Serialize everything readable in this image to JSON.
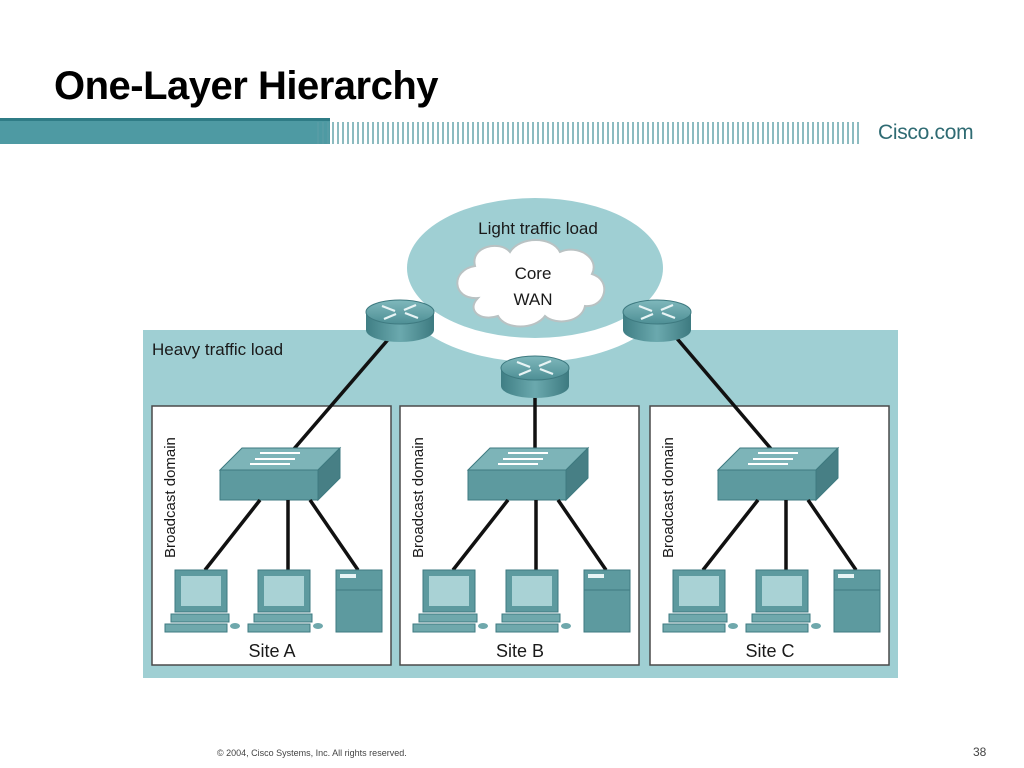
{
  "slide": {
    "title": "One-Layer Hierarchy",
    "logo_text": "Cisco.com",
    "footer": "© 2004, Cisco Systems, Inc. All rights reserved.",
    "page_number": "38"
  },
  "diagram": {
    "core_label": "Light traffic load",
    "cloud_line1": "Core",
    "cloud_line2": "WAN",
    "heavy_label": "Heavy traffic load",
    "sites": [
      {
        "name": "Site A",
        "domain_label": "Broadcast domain"
      },
      {
        "name": "Site B",
        "domain_label": "Broadcast domain"
      },
      {
        "name": "Site C",
        "domain_label": "Broadcast domain"
      }
    ]
  },
  "colors": {
    "accent_teal": "#4f9aa4",
    "panel_teal": "#9fcfd3",
    "device_teal": "#5d9a9f"
  }
}
